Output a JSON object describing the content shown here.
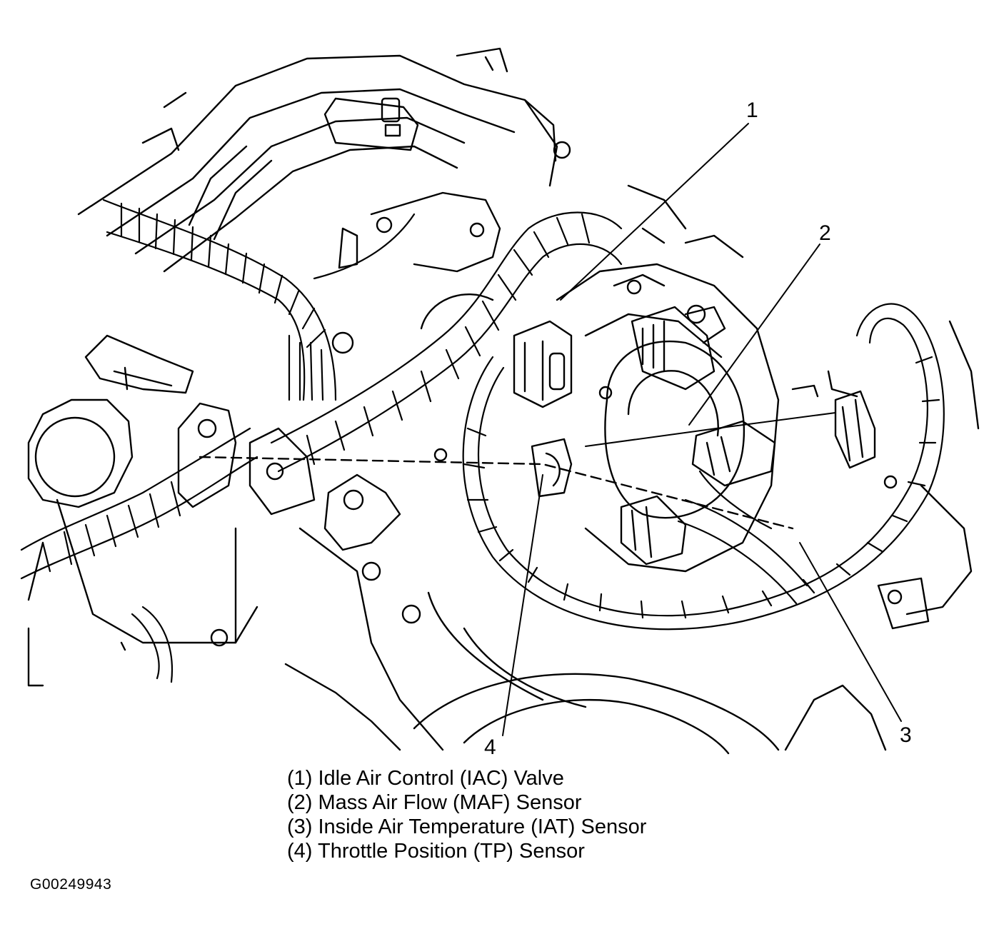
{
  "callouts": [
    "1",
    "2",
    "3",
    "4"
  ],
  "legend": [
    "(1) Idle Air Control (IAC) Valve",
    "(2) Mass Air Flow (MAF) Sensor",
    "(3) Inside Air Temperature (IAT) Sensor",
    "(4) Throttle Position (TP) Sensor"
  ],
  "figure_id": "G00249943",
  "colors": {
    "ink": "#000000",
    "paper": "#ffffff"
  }
}
